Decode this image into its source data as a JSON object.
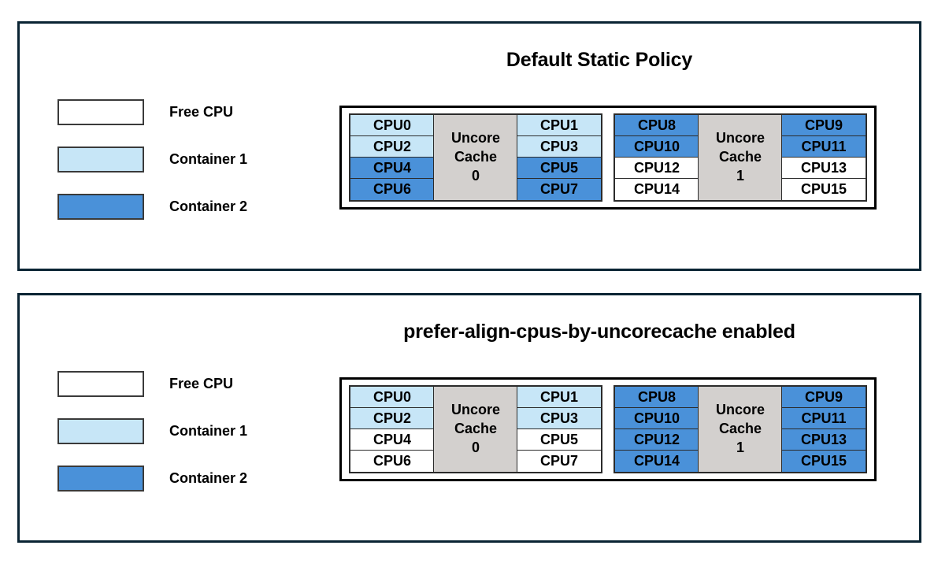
{
  "colors": {
    "free": "#ffffff",
    "container1": "#c7e6f7",
    "container2": "#4a91d9",
    "cache": "#d3d0ce",
    "frame": "#0a2433",
    "border": "#2b2b2b"
  },
  "legend": {
    "items": [
      {
        "label": "Free CPU",
        "key": "free"
      },
      {
        "label": "Container 1",
        "key": "container1"
      },
      {
        "label": "Container 2",
        "key": "container2"
      }
    ]
  },
  "panels": [
    {
      "title": "Default Static Policy",
      "groups": [
        {
          "cache_line1": "Uncore",
          "cache_line2": "Cache",
          "cache_index": "0",
          "left_column": [
            {
              "label": "CPU0",
              "fill": "container1"
            },
            {
              "label": "CPU2",
              "fill": "container1"
            },
            {
              "label": "CPU4",
              "fill": "container2"
            },
            {
              "label": "CPU6",
              "fill": "container2"
            }
          ],
          "right_column": [
            {
              "label": "CPU1",
              "fill": "container1"
            },
            {
              "label": "CPU3",
              "fill": "container1"
            },
            {
              "label": "CPU5",
              "fill": "container2"
            },
            {
              "label": "CPU7",
              "fill": "container2"
            }
          ]
        },
        {
          "cache_line1": "Uncore",
          "cache_line2": "Cache",
          "cache_index": "1",
          "left_column": [
            {
              "label": "CPU8",
              "fill": "container2"
            },
            {
              "label": "CPU10",
              "fill": "container2"
            },
            {
              "label": "CPU12",
              "fill": "free"
            },
            {
              "label": "CPU14",
              "fill": "free"
            }
          ],
          "right_column": [
            {
              "label": "CPU9",
              "fill": "container2"
            },
            {
              "label": "CPU11",
              "fill": "container2"
            },
            {
              "label": "CPU13",
              "fill": "free"
            },
            {
              "label": "CPU15",
              "fill": "free"
            }
          ]
        }
      ]
    },
    {
      "title": "prefer-align-cpus-by-uncorecache enabled",
      "groups": [
        {
          "cache_line1": "Uncore",
          "cache_line2": "Cache",
          "cache_index": "0",
          "left_column": [
            {
              "label": "CPU0",
              "fill": "container1"
            },
            {
              "label": "CPU2",
              "fill": "container1"
            },
            {
              "label": "CPU4",
              "fill": "free"
            },
            {
              "label": "CPU6",
              "fill": "free"
            }
          ],
          "right_column": [
            {
              "label": "CPU1",
              "fill": "container1"
            },
            {
              "label": "CPU3",
              "fill": "container1"
            },
            {
              "label": "CPU5",
              "fill": "free"
            },
            {
              "label": "CPU7",
              "fill": "free"
            }
          ]
        },
        {
          "cache_line1": "Uncore",
          "cache_line2": "Cache",
          "cache_index": "1",
          "left_column": [
            {
              "label": "CPU8",
              "fill": "container2"
            },
            {
              "label": "CPU10",
              "fill": "container2"
            },
            {
              "label": "CPU12",
              "fill": "container2"
            },
            {
              "label": "CPU14",
              "fill": "container2"
            }
          ],
          "right_column": [
            {
              "label": "CPU9",
              "fill": "container2"
            },
            {
              "label": "CPU11",
              "fill": "container2"
            },
            {
              "label": "CPU13",
              "fill": "container2"
            },
            {
              "label": "CPU15",
              "fill": "container2"
            }
          ]
        }
      ]
    }
  ]
}
